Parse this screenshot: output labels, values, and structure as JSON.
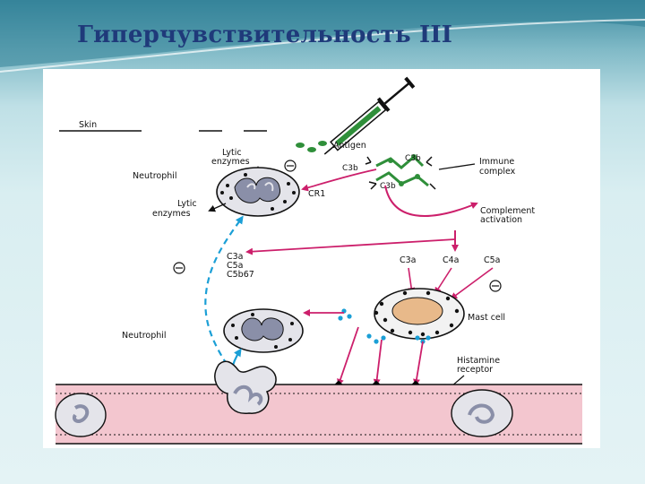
{
  "slide": {
    "title": "Гиперчувствительность III"
  },
  "diagram": {
    "labels": {
      "skin": "Skin",
      "antigen": "Antigen",
      "c3b_top": "C3b",
      "c3b_left": "C3b",
      "c3b_bottom": "C3b",
      "immune_complex_1": "Immune",
      "immune_complex_2": "complex",
      "lytic_top_1": "Lytic",
      "lytic_top_2": "enzymes",
      "neutrophil_top": "Neutrophil",
      "cr1": "CR1",
      "lytic_bottom_1": "Lytic",
      "lytic_bottom_2": "enzymes",
      "complement_1": "Complement",
      "complement_2": "activation",
      "c3a_left": "C3a",
      "c5a_left": "C5a",
      "c5b67": "C5b67",
      "c3a_right": "C3a",
      "c4a_right": "C4a",
      "c5a_right": "C5a",
      "mast_cell": "Mast cell",
      "neutrophil_bottom": "Neutrophil",
      "histamine_1": "Histamine",
      "histamine_2": "receptor"
    }
  }
}
